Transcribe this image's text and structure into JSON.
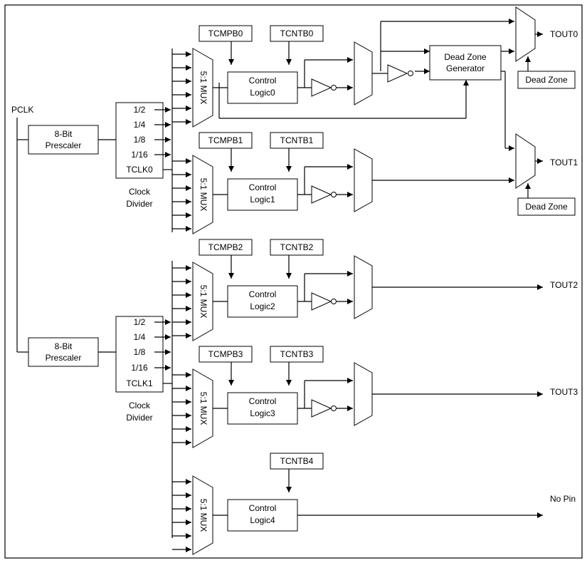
{
  "pclk_label": "PCLK",
  "prescalers": [
    {
      "label": [
        "8-Bit",
        "Prescaler"
      ]
    },
    {
      "label": [
        "8-Bit",
        "Prescaler"
      ]
    }
  ],
  "clock_dividers": [
    {
      "outputs": [
        "1/2",
        "1/4",
        "1/8",
        "1/16",
        "TCLK0"
      ],
      "caption": [
        "Clock",
        "Divider"
      ]
    },
    {
      "outputs": [
        "1/2",
        "1/4",
        "1/8",
        "1/16",
        "TCLK1"
      ],
      "caption": [
        "Clock",
        "Divider"
      ]
    }
  ],
  "mux_label": "5:1 MUX",
  "channels": [
    {
      "tcmpb": "TCMPB0",
      "tcntb": "TCNTB0",
      "logic": [
        "Control",
        "Logic0"
      ],
      "output": "TOUT0"
    },
    {
      "tcmpb": "TCMPB1",
      "tcntb": "TCNTB1",
      "logic": [
        "Control",
        "Logic1"
      ],
      "output": "TOUT1"
    },
    {
      "tcmpb": "TCMPB2",
      "tcntb": "TCNTB2",
      "logic": [
        "Control",
        "Logic2"
      ],
      "output": "TOUT2"
    },
    {
      "tcmpb": "TCMPB3",
      "tcntb": "TCNTB3",
      "logic": [
        "Control",
        "Logic3"
      ],
      "output": "TOUT3"
    },
    {
      "tcmpb": "",
      "tcntb": "TCNTB4",
      "logic": [
        "Control",
        "Logic4"
      ],
      "output": "No Pin"
    }
  ],
  "dead_zone_generator": [
    "Dead Zone",
    "Generator"
  ],
  "dead_zone_labels": [
    "Dead Zone",
    "Dead Zone"
  ]
}
